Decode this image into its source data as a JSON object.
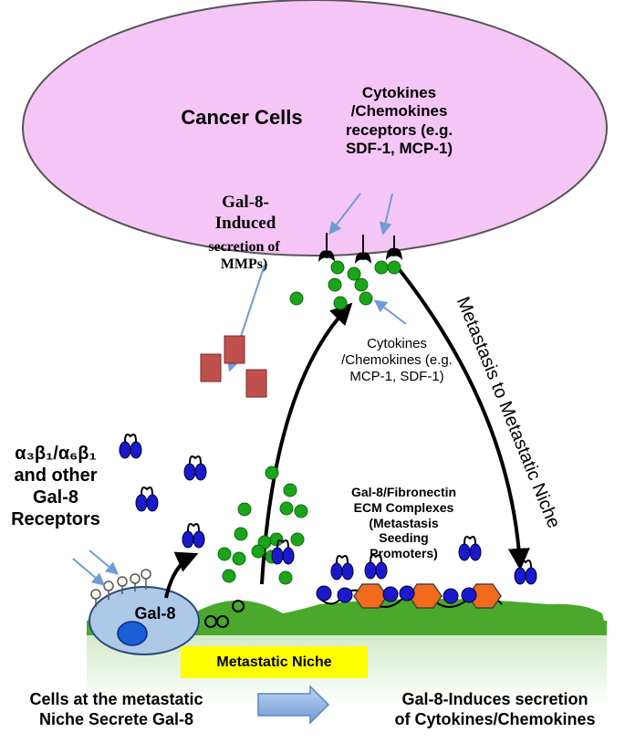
{
  "labels": {
    "cancer_cells": "Cancer Cells",
    "receptors": "Cytokines\n/Chemokines\nreceptors (e.g.\nSDF-1, MCP-1)",
    "mmps": "Gal-8-\nInduced",
    "mmps_secretion": "secretion of\nMMPs)",
    "cytokines_secreted": "Cytokines\n/Chemokines (e.g.\nMCP-1, SDF-1)",
    "integrins": "α₃β₁/α₆β₁\nand other\nGal-8\nReceptors",
    "gal8_cell": "Gal-8",
    "complexes": "Gal-8/Fibronectin\nECM Complexes\n(Metastasis\nSeeding\nPromoters)",
    "metastasis_path": "Metastasis to Metastatic Niche",
    "niche": "Metastatic Niche",
    "bottom_left": "Cells at the  metastatic\nNiche Secrete Gal-8",
    "bottom_right": "Gal-8-Induces secretion\nof Cytokines/Chemokines"
  },
  "colors": {
    "cancer_cell_fill": "#f5c6f5",
    "green_dot": "#1aa51a",
    "blue_gal8": "#1a1acc",
    "mmp_red": "#c0504d",
    "hexagon_orange": "#f26a1b",
    "niche_label_bg": "#ffff00",
    "cell_fill": "#aec8e8",
    "arrow_blue": "#8fb4e3",
    "ground_green": "#4aa82d"
  },
  "icons": [
    "cancer-cell",
    "receptor-icon",
    "mmp-square",
    "cytokine-dot",
    "gal8-dimer-icon",
    "fibronectin-hexagon",
    "secreting-cell"
  ]
}
